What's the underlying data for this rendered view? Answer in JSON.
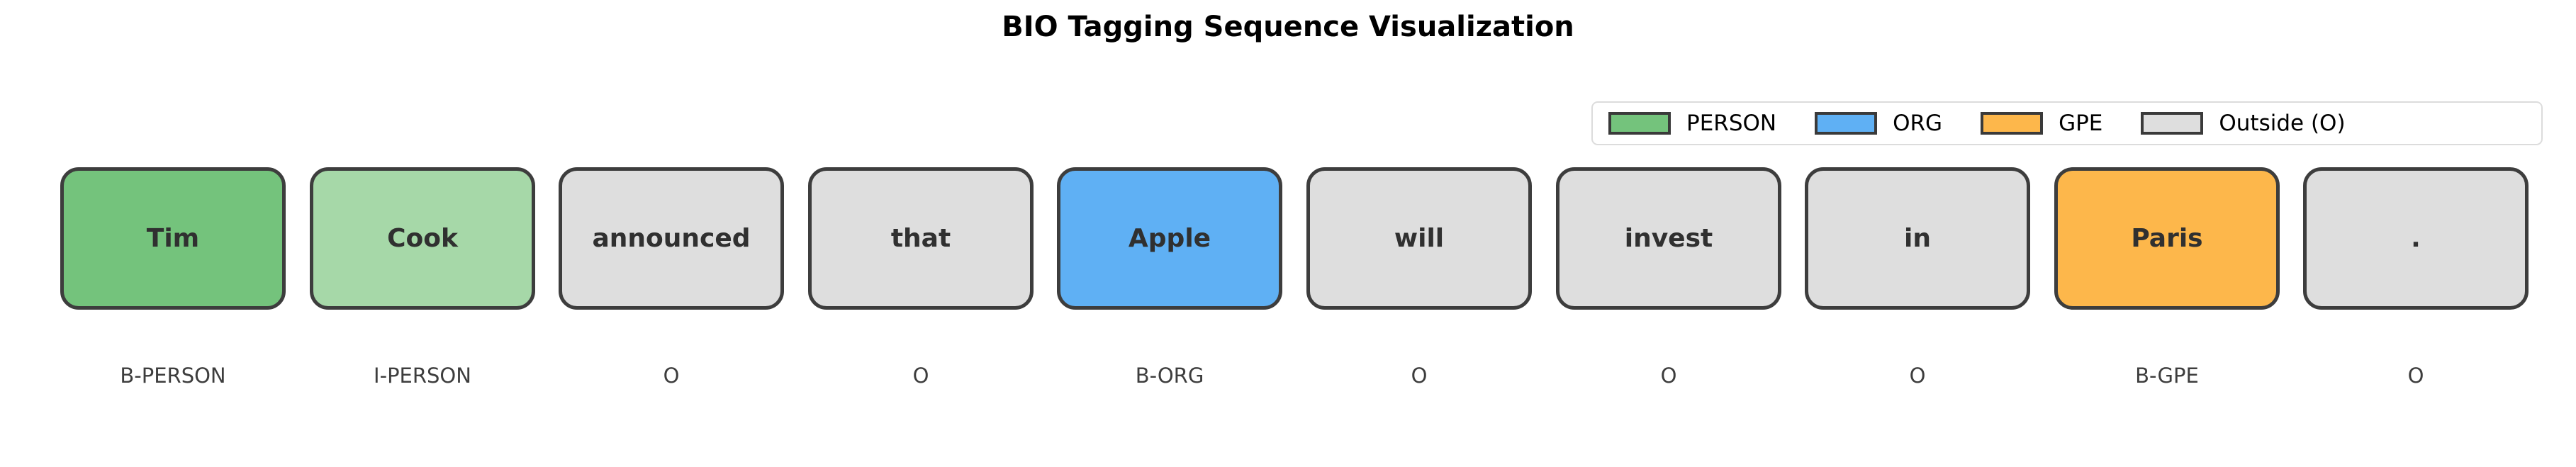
{
  "title": "BIO Tagging Sequence Visualization",
  "colors": {
    "person_b": "#74c37c",
    "person_i": "#a6d8a8",
    "org_b": "#5fb0f4",
    "gpe_b": "#fdb74b",
    "outside": "#dedede",
    "box_border": "#3d3d3d",
    "legend_border": "#dcdcdc",
    "text": "#303030",
    "tag_text": "#3d3d3d",
    "background": "#ffffff"
  },
  "legend": {
    "position": "upper-right",
    "entries": [
      {
        "label": "PERSON",
        "color": "#74c37c",
        "swatch_name": "legend-swatch-person"
      },
      {
        "label": "ORG",
        "color": "#5fb0f4",
        "swatch_name": "legend-swatch-org"
      },
      {
        "label": "GPE",
        "color": "#fdb74b",
        "swatch_name": "legend-swatch-gpe"
      },
      {
        "label": "Outside (O)",
        "color": "#dedede",
        "swatch_name": "legend-swatch-outside"
      }
    ]
  },
  "chart_data": {
    "type": "table",
    "title": "BIO Tagging Sequence Visualization",
    "xlabel": "",
    "ylabel": "",
    "sentence": "Tim Cook announced that Apple will invest in Paris .",
    "columns": [
      "token",
      "tag"
    ],
    "tokens": [
      {
        "token": "Tim",
        "tag": "B-PERSON",
        "entity": "PERSON",
        "color": "#74c37c"
      },
      {
        "token": "Cook",
        "tag": "I-PERSON",
        "entity": "PERSON",
        "color": "#a6d8a8"
      },
      {
        "token": "announced",
        "tag": "O",
        "entity": "Outside (O)",
        "color": "#dedede"
      },
      {
        "token": "that",
        "tag": "O",
        "entity": "Outside (O)",
        "color": "#dedede"
      },
      {
        "token": "Apple",
        "tag": "B-ORG",
        "entity": "ORG",
        "color": "#5fb0f4"
      },
      {
        "token": "will",
        "tag": "O",
        "entity": "Outside (O)",
        "color": "#dedede"
      },
      {
        "token": "invest",
        "tag": "O",
        "entity": "Outside (O)",
        "color": "#dedede"
      },
      {
        "token": "in",
        "tag": "O",
        "entity": "Outside (O)",
        "color": "#dedede"
      },
      {
        "token": "Paris",
        "tag": "B-GPE",
        "entity": "GPE",
        "color": "#fdb74b"
      },
      {
        "token": ".",
        "tag": "O",
        "entity": "Outside (O)",
        "color": "#dedede"
      }
    ]
  }
}
